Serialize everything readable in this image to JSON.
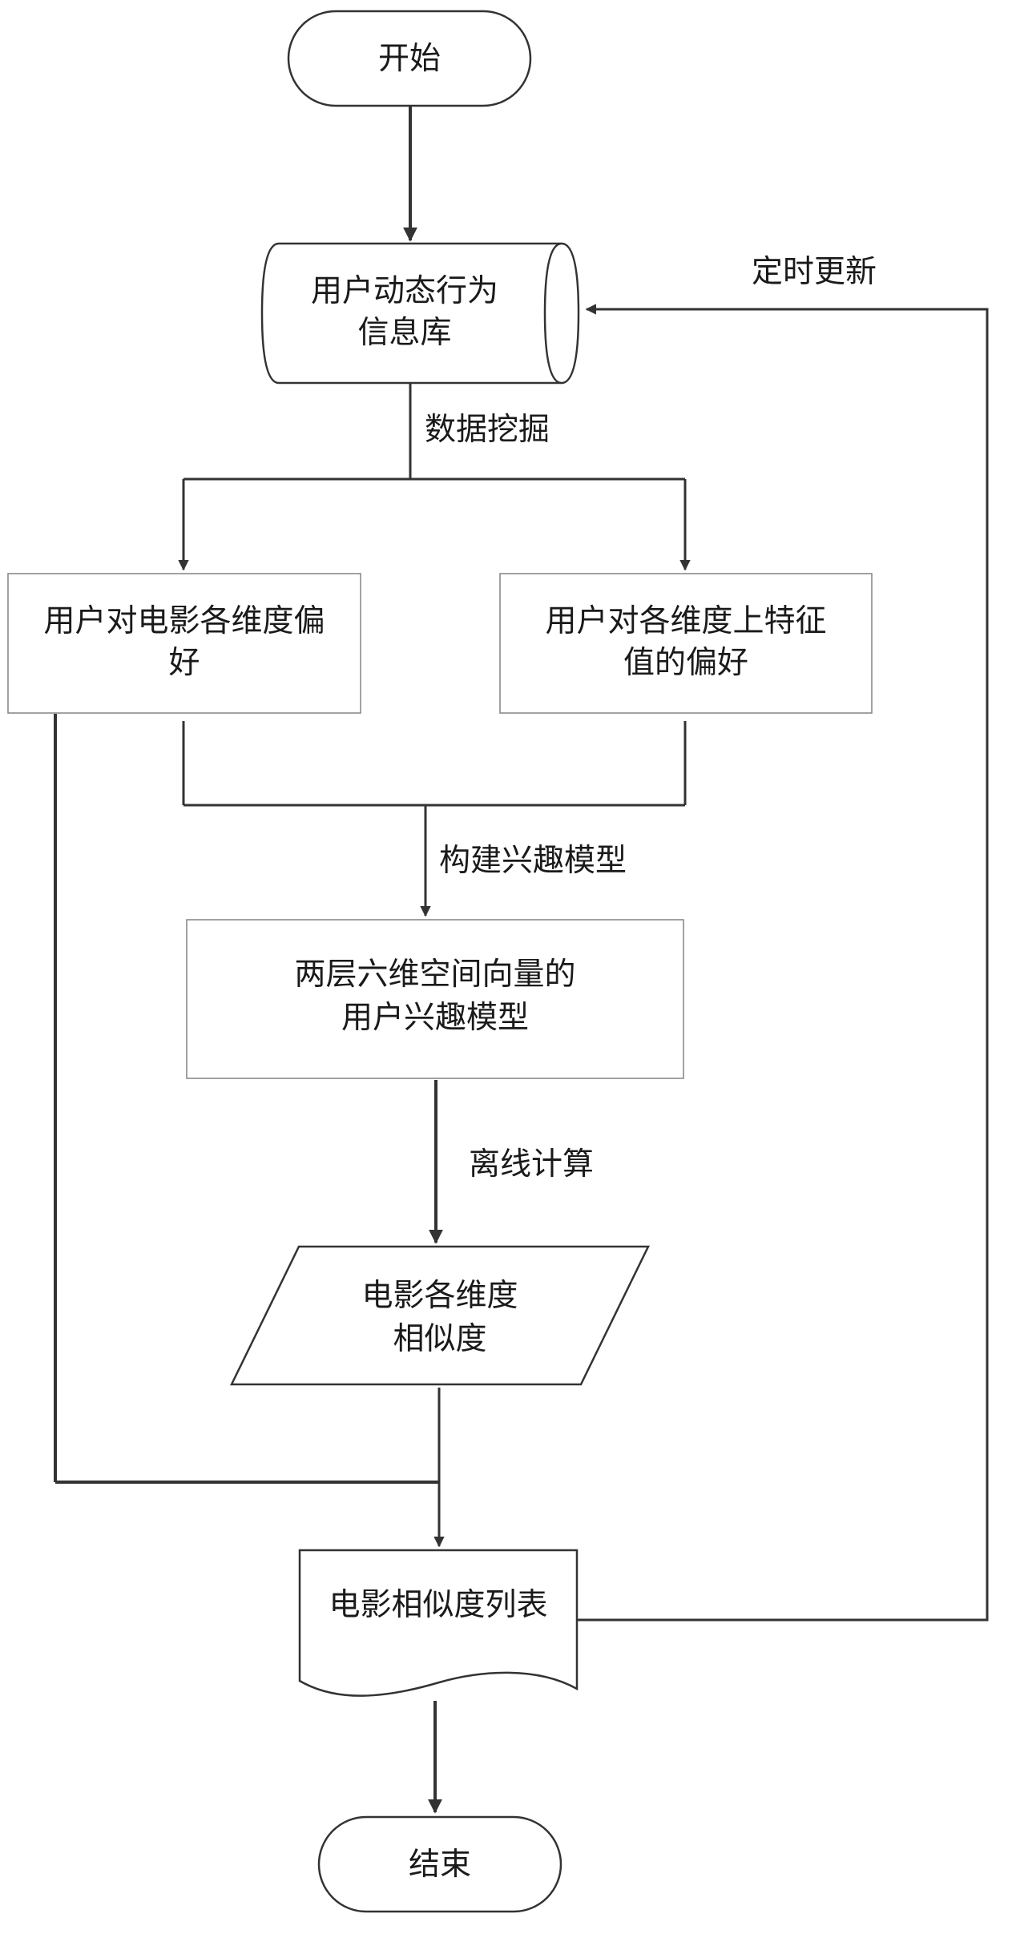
{
  "nodes": {
    "start": {
      "label": "开始"
    },
    "db": {
      "line1": "用户动态行为",
      "line2": "信息库"
    },
    "pref_dim": {
      "line1": "用户对电影各维度偏",
      "line2": "好"
    },
    "pref_feat": {
      "line1": "用户对各维度上特征",
      "line2": "值的偏好"
    },
    "model": {
      "line1": "两层六维空间向量的",
      "line2": "用户兴趣模型"
    },
    "similarity": {
      "line1": "电影各维度",
      "line2": "相似度"
    },
    "list": {
      "label": "电影相似度列表"
    },
    "end": {
      "label": "结束"
    }
  },
  "edges": {
    "mining": "数据挖掘",
    "build_model": "构建兴趣模型",
    "offline": "离线计算",
    "update": "定时更新"
  }
}
